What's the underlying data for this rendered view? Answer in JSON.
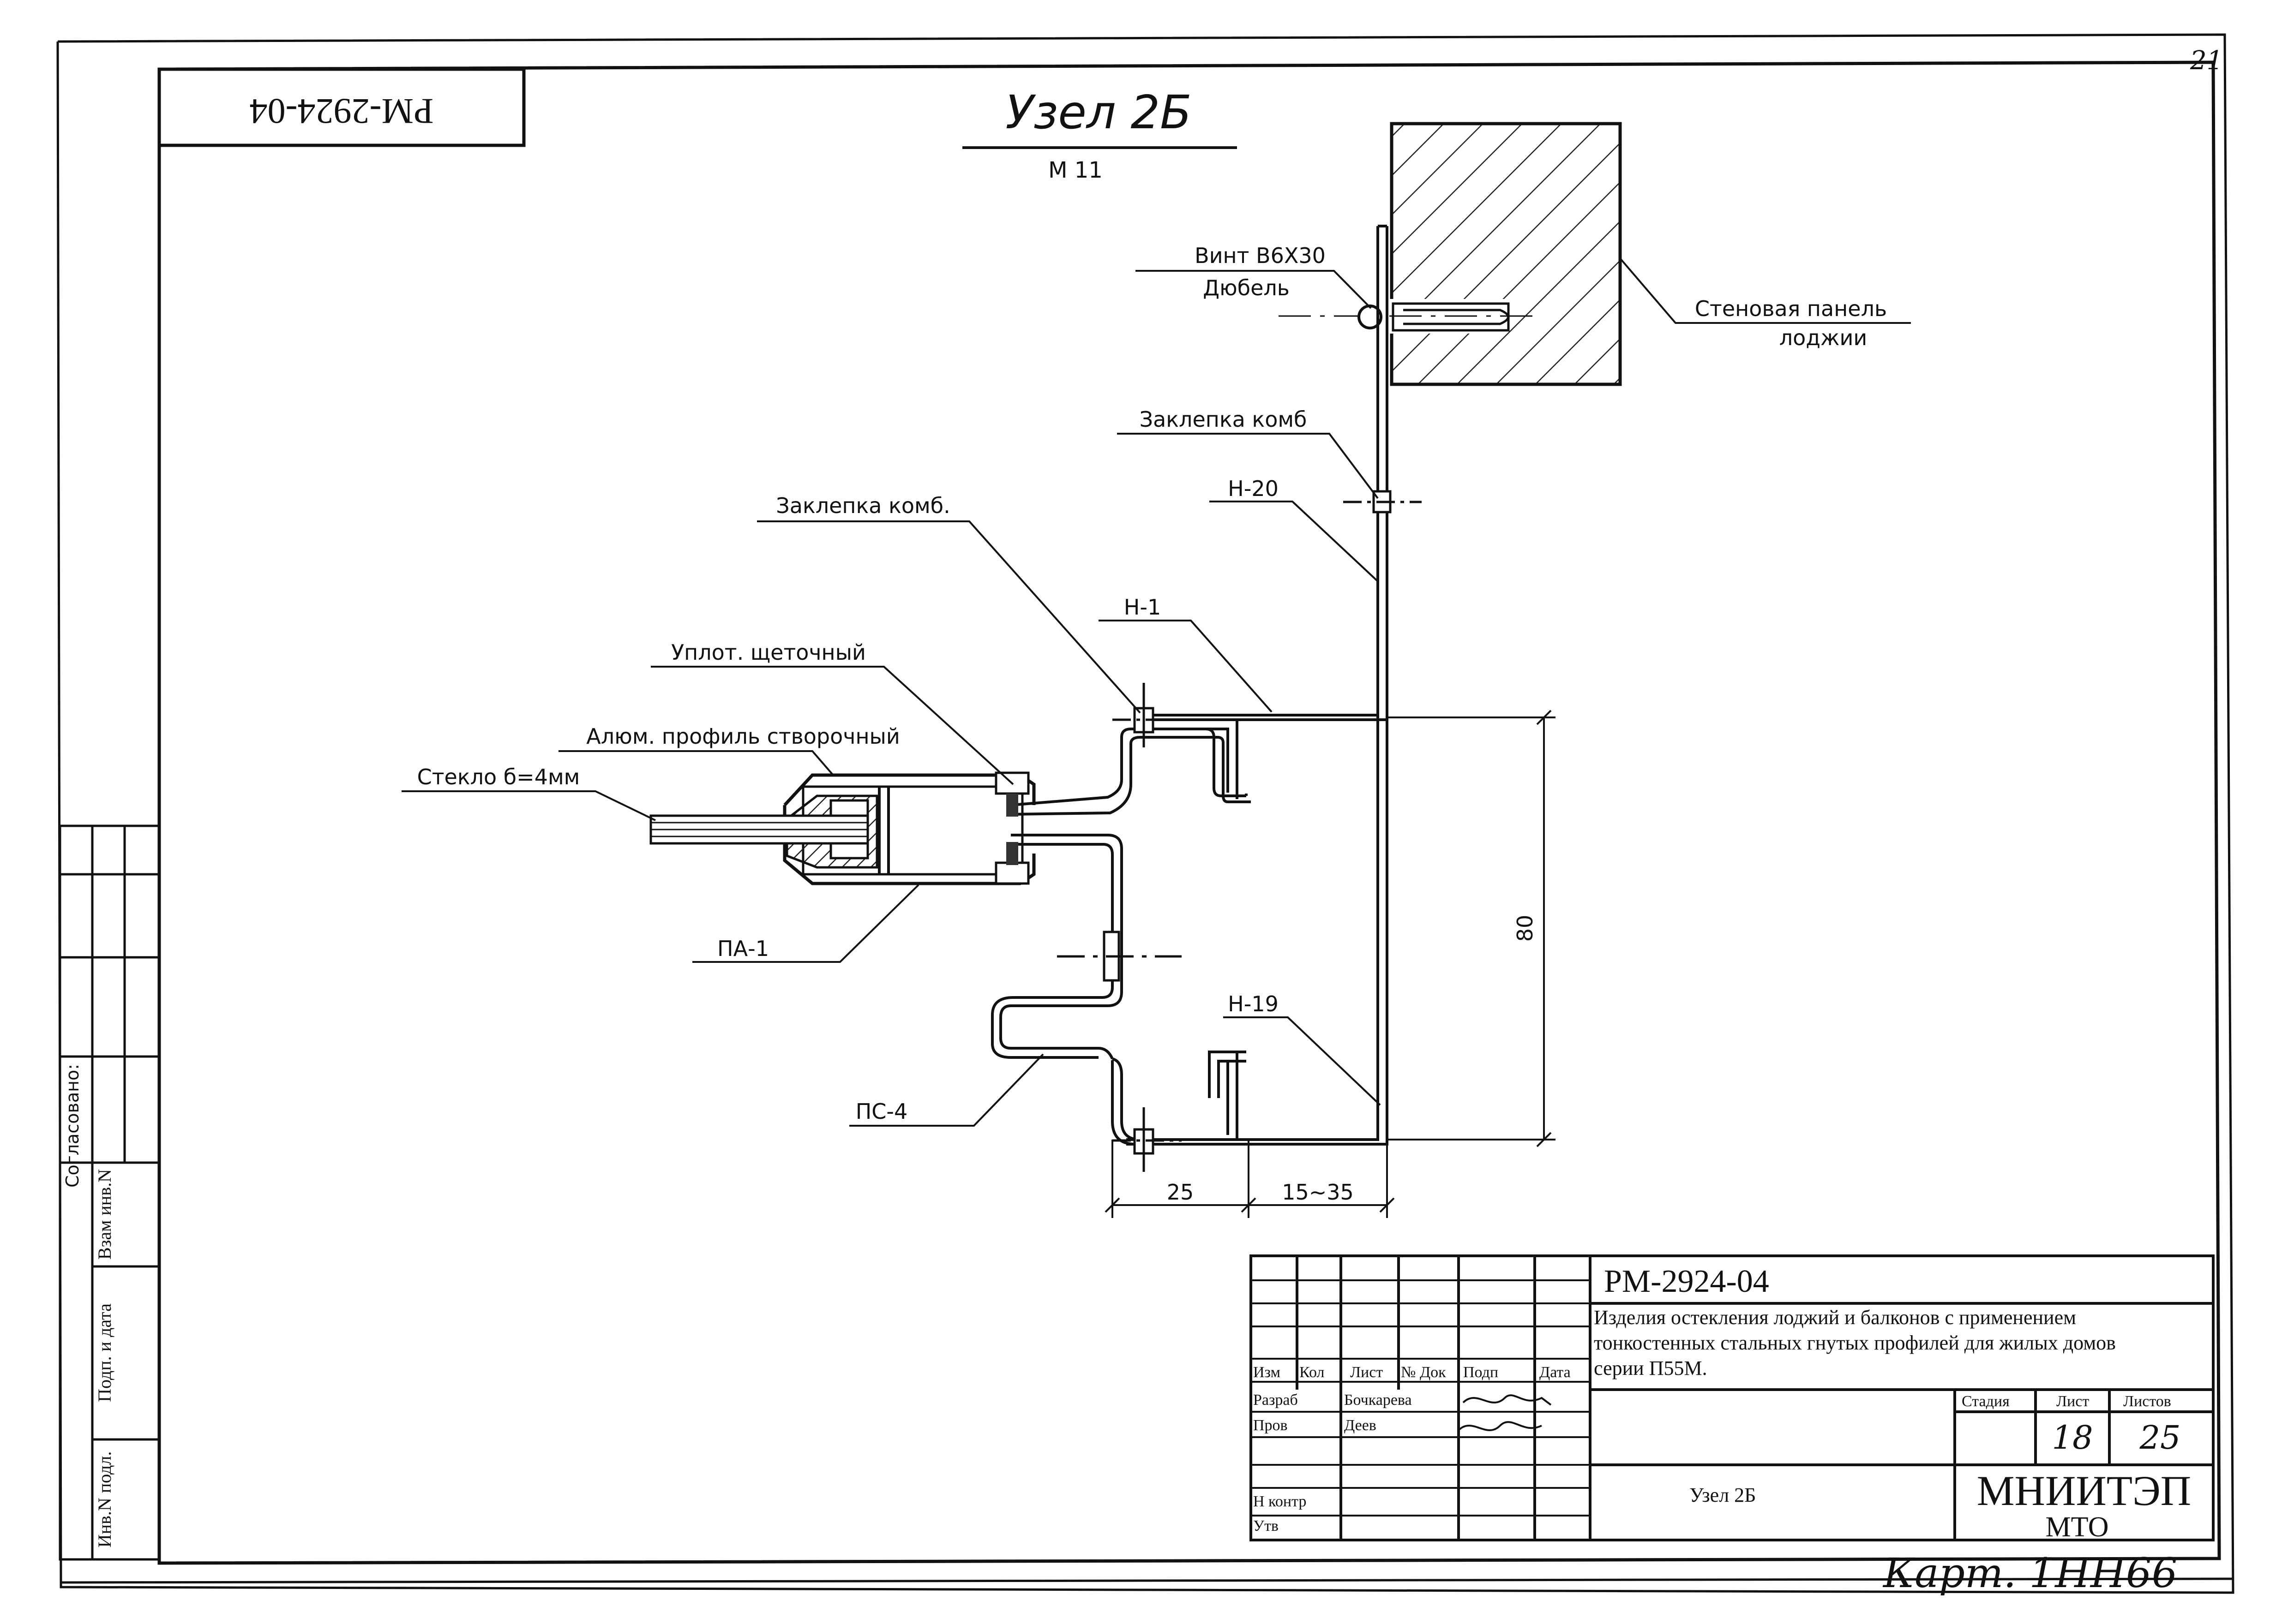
{
  "page_number": "21",
  "rotated_code": "РМ-2924-04",
  "title": {
    "main": "Узел 2Б",
    "scale": "М 11"
  },
  "labels": {
    "screw": "Винт В6Х30",
    "dowel": "Дюбель",
    "wall_panel": "Стеновая панель",
    "wall_panel_2": "лоджии",
    "rivet_upper": "Заклепка комб",
    "h20": "Н-20",
    "rivet_lower": "Заклепка комб.",
    "h1": "Н-1",
    "seal": "Уплот. щеточный",
    "alu_profile": "Алюм. профиль створочный",
    "glass": "Стекло б=4мм",
    "pa1": "ПА-1",
    "h19": "Н-19",
    "ps4": "ПС-4"
  },
  "dimensions": {
    "height": "80",
    "width_a": "25",
    "width_b": "15~35"
  },
  "side_stamp": {
    "agreed": "Согласовано:",
    "replace_inv": "Взам инв.N",
    "sign_date": "Подп. и дата",
    "inv_orig": "Инв.N подл."
  },
  "title_block": {
    "code": "РМ-2924-04",
    "description_1": "Изделия остекления лоджий и балконов с применением",
    "description_2": "тонкостенных стальных гнутых профилей для жилых домов",
    "description_3": "серии П55М.",
    "headers": [
      "Изм",
      "Кол",
      "Лист",
      "№ Док",
      "Подп",
      "Дата"
    ],
    "rows": [
      {
        "role": "Разраб",
        "name": "Бочкарева"
      },
      {
        "role": "Пров",
        "name": "Деев"
      },
      {
        "role": "Н контр",
        "name": ""
      },
      {
        "role": "Утв",
        "name": ""
      }
    ],
    "sheet_name": "Узел 2Б",
    "stage_label": "Стадия",
    "sheet_label": "Лист",
    "sheets_label": "Листов",
    "sheet_value": "18",
    "sheets_value": "25",
    "org_1": "МНИИТЭП",
    "org_2": "МТО",
    "handwritten": "Карт. 1НН66"
  }
}
